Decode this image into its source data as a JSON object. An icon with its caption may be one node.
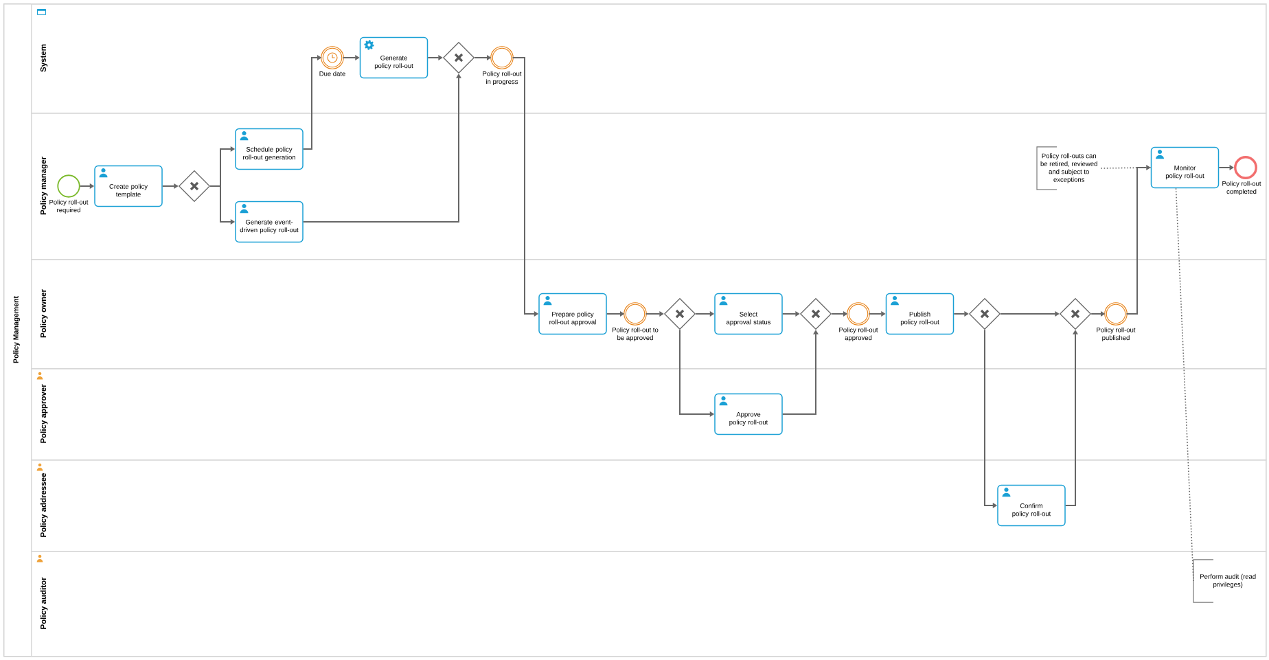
{
  "diagram": {
    "nodes": [
      {
        "text": [
          "Policy Management"
        ]
      },
      {
        "text": [
          "System"
        ],
        "in": 0
      },
      {
        "text": [],
        "shape": "circle",
        "beside": [
          "Due date"
        ],
        "in": 1
      },
      {
        "text": [
          "Generate policy roll-out"
        ],
        "in": 1
      },
      {
        "text": [],
        "shape": "diamond",
        "in": 1
      },
      {
        "text": [],
        "shape": "circle",
        "beside": [
          "Policy roll-out in progress"
        ],
        "in": 1
      },
      {
        "text": [
          "Policy manager"
        ],
        "in": 0
      },
      {
        "text": [],
        "shape": "circle",
        "beside": [
          "Policy roll-out required"
        ],
        "in": 6
      },
      {
        "text": [
          "Create policy template"
        ],
        "in": 6
      },
      {
        "text": [],
        "shape": "diamond",
        "in": 6
      },
      {
        "text": [
          "Schedule policy roll-out generation"
        ],
        "in": 6
      },
      {
        "text": [
          "Generate event-driven policy roll-out"
        ],
        "in": 6
      },
      {
        "text": [
          "Policy roll-outs can be retired, reviewed and subject to exceptions"
        ],
        "in": 6
      },
      {
        "text": [
          "Monitor policy roll-out"
        ],
        "in": 6
      },
      {
        "text": [],
        "shape": "circle",
        "beside": [
          "Policy roll-out completed"
        ],
        "in": 6
      },
      {
        "text": [
          "Policy owner"
        ],
        "in": 0
      },
      {
        "text": [
          "Prepare policy roll-out approval"
        ],
        "in": 15
      },
      {
        "text": [],
        "shape": "circle",
        "beside": [
          "Policy roll-out to be approved"
        ],
        "in": 15
      },
      {
        "text": [],
        "shape": "diamond",
        "in": 15
      },
      {
        "text": [
          "Select approval status"
        ],
        "in": 15
      },
      {
        "text": [],
        "shape": "diamond",
        "in": 15
      },
      {
        "text": [],
        "shape": "circle",
        "beside": [
          "Policy roll-out approved"
        ],
        "in": 15
      },
      {
        "text": [
          "Publish policy roll-out"
        ],
        "in": 15
      },
      {
        "text": [],
        "shape": "diamond",
        "in": 15
      },
      {
        "text": [],
        "shape": "diamond",
        "in": 15
      },
      {
        "text": [],
        "shape": "circle",
        "beside": [
          "Policy roll-out published"
        ],
        "in": 15
      },
      {
        "text": [
          "Policy approver"
        ],
        "in": 0
      },
      {
        "text": [
          "Approve policy roll-out"
        ],
        "in": 26
      },
      {
        "text": [
          "Policy addressee"
        ],
        "in": 0
      },
      {
        "text": [
          "Confirm policy roll-out"
        ],
        "in": 28
      },
      {
        "text": [
          "Policy auditor"
        ],
        "in": 0
      },
      {
        "text": [
          "Perform audit (read privileges)"
        ],
        "in": 30
      }
    ],
    "edges": [
      {
        "from": 7,
        "to": 8,
        "arrow": "to"
      },
      {
        "from": 8,
        "to": 9,
        "arrow": "to"
      },
      {
        "from": 9,
        "to": 10,
        "arrow": "to"
      },
      {
        "from": 9,
        "to": 11,
        "arrow": "to"
      },
      {
        "from": 10,
        "to": 2,
        "arrow": "to"
      },
      {
        "from": 2,
        "to": 3,
        "arrow": "to"
      },
      {
        "from": 3,
        "to": 4,
        "arrow": "to"
      },
      {
        "from": 11,
        "to": 4,
        "arrow": "to"
      },
      {
        "from": 4,
        "to": 5,
        "arrow": "to"
      },
      {
        "from": 5,
        "to": 16,
        "arrow": "to"
      },
      {
        "from": 16,
        "to": 17,
        "arrow": "to"
      },
      {
        "from": 17,
        "to": 18,
        "arrow": "to"
      },
      {
        "from": 18,
        "to": 19,
        "arrow": "to"
      },
      {
        "from": 18,
        "to": 27,
        "arrow": "to"
      },
      {
        "from": 19,
        "to": 20,
        "arrow": "to"
      },
      {
        "from": 27,
        "to": 20,
        "arrow": "to"
      },
      {
        "from": 20,
        "to": 21,
        "arrow": "to"
      },
      {
        "from": 21,
        "to": 22,
        "arrow": "to"
      },
      {
        "from": 22,
        "to": 23,
        "arrow": "to"
      },
      {
        "from": 23,
        "to": 24,
        "arrow": "to"
      },
      {
        "from": 23,
        "to": 29,
        "arrow": "to"
      },
      {
        "from": 29,
        "to": 24,
        "arrow": "to"
      },
      {
        "from": 24,
        "to": 25,
        "arrow": "to"
      },
      {
        "from": 25,
        "to": 13,
        "arrow": "to"
      },
      {
        "from": 13,
        "to": 14,
        "arrow": "to"
      },
      {
        "from": 12,
        "to": 13,
        "arrow": "none",
        "style": "dashed"
      },
      {
        "from": 13,
        "to": 31,
        "arrow": "none",
        "style": "dashed"
      }
    ]
  }
}
